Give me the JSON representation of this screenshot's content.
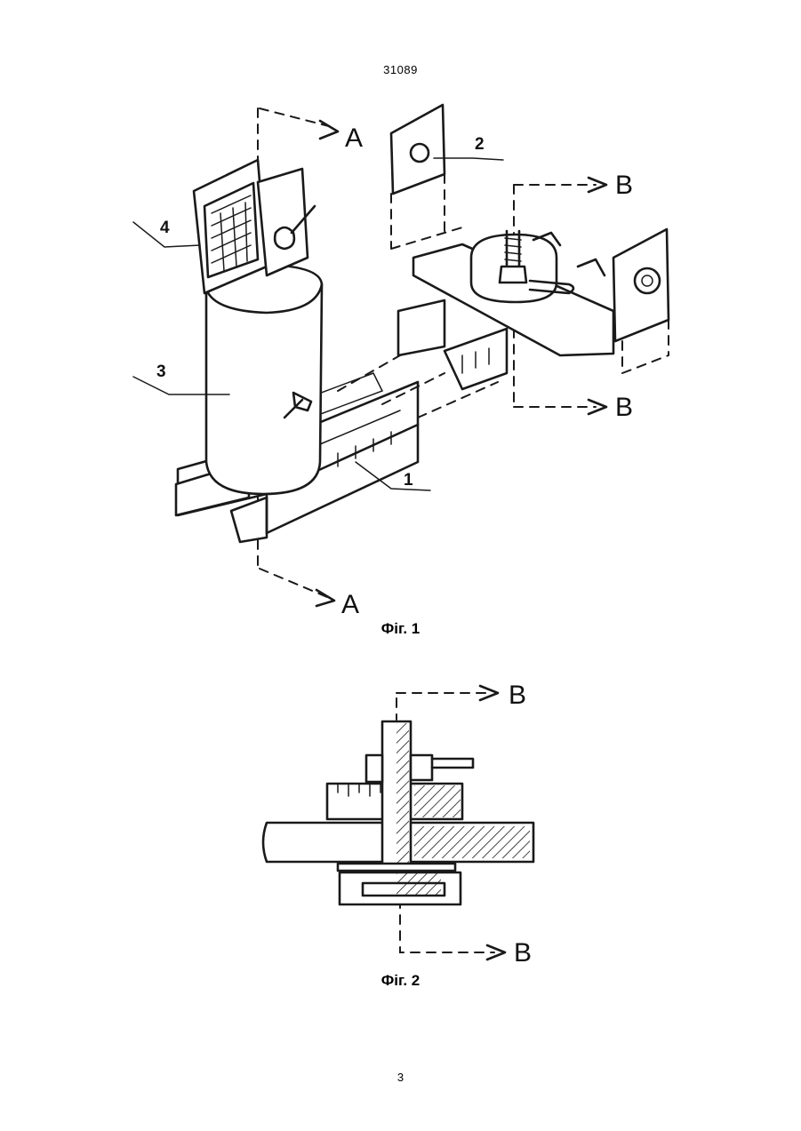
{
  "header": {
    "document_number": "31089"
  },
  "figure1": {
    "caption": "Фіг. 1",
    "section_labels": {
      "a_top": "A",
      "a_bottom": "A",
      "b_top": "B",
      "b_bottom": "B"
    },
    "part_labels": {
      "part1": "1",
      "part2": "2",
      "part3": "3",
      "part4": "4"
    }
  },
  "figure2": {
    "caption": "Фіг. 2",
    "section_labels": {
      "b_top": "B",
      "b_bottom": "B"
    }
  },
  "footer": {
    "page_number": "3"
  }
}
